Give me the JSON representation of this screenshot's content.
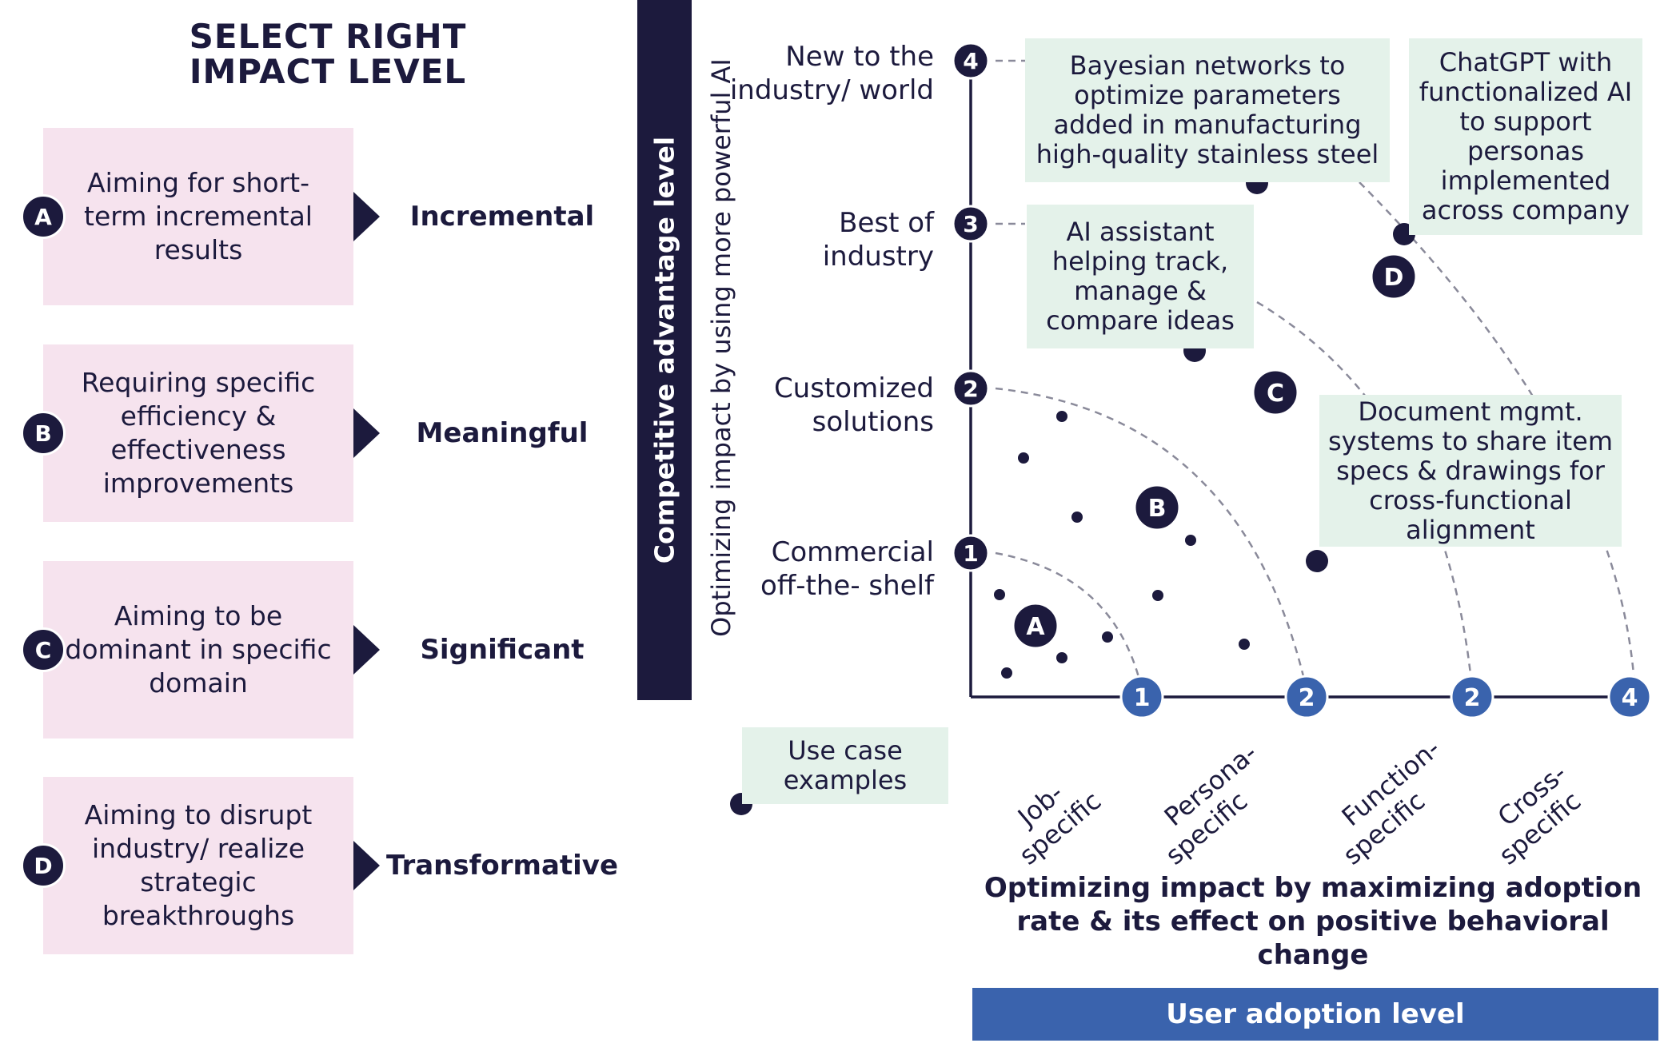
{
  "title": "SELECT RIGHT\nIMPACT LEVEL",
  "levels": [
    {
      "badge": "A",
      "description": "Aiming for short-term incremental results",
      "name": "Incremental"
    },
    {
      "badge": "B",
      "description": "Requiring specific efficiency & effectiveness improvements",
      "name": "Meaningful"
    },
    {
      "badge": "C",
      "description": "Aiming to be dominant in specific domain",
      "name": "Significant"
    },
    {
      "badge": "D",
      "description": "Aiming to disrupt industry/ realize strategic breakthroughs",
      "name": "Transformative"
    }
  ],
  "y_axis": {
    "bar_label": "Competitive advantage level",
    "title": "Optimizing impact by using more powerful AI",
    "levels": [
      {
        "number": "1",
        "label": "Commercial off-the- shelf"
      },
      {
        "number": "2",
        "label": "Customized solutions"
      },
      {
        "number": "3",
        "label": "Best of industry"
      },
      {
        "number": "4",
        "label": "New to the industry/ world"
      }
    ]
  },
  "x_axis": {
    "bar_label": "User adoption level",
    "title": "Optimizing impact by maximizing adoption rate & its effect on positive behavioral change",
    "levels": [
      {
        "number": "1",
        "label": "Job- specific"
      },
      {
        "number": "2",
        "label": "Persona- specific"
      },
      {
        "number": "2",
        "label": "Function- specific"
      },
      {
        "number": "4",
        "label": "Cross- specific"
      }
    ]
  },
  "zones": [
    "A",
    "B",
    "C",
    "D"
  ],
  "examples": [
    {
      "text": "Bayesian networks to optimize parameters added in manufacturing high-quality stainless steel"
    },
    {
      "text": "ChatGPT with functionalized AI to support personas implemented across company"
    },
    {
      "text": "AI assistant helping track, manage & compare ideas"
    },
    {
      "text": "Document mgmt. systems to share item specs & drawings for cross-functional alignment"
    }
  ],
  "legend": {
    "label": "Use case examples"
  },
  "colors": {
    "navy": "#1c1a3d",
    "blue": "#3a63ad",
    "pink_box": "#f6e3ee",
    "green_box": "#e4f2ea"
  }
}
